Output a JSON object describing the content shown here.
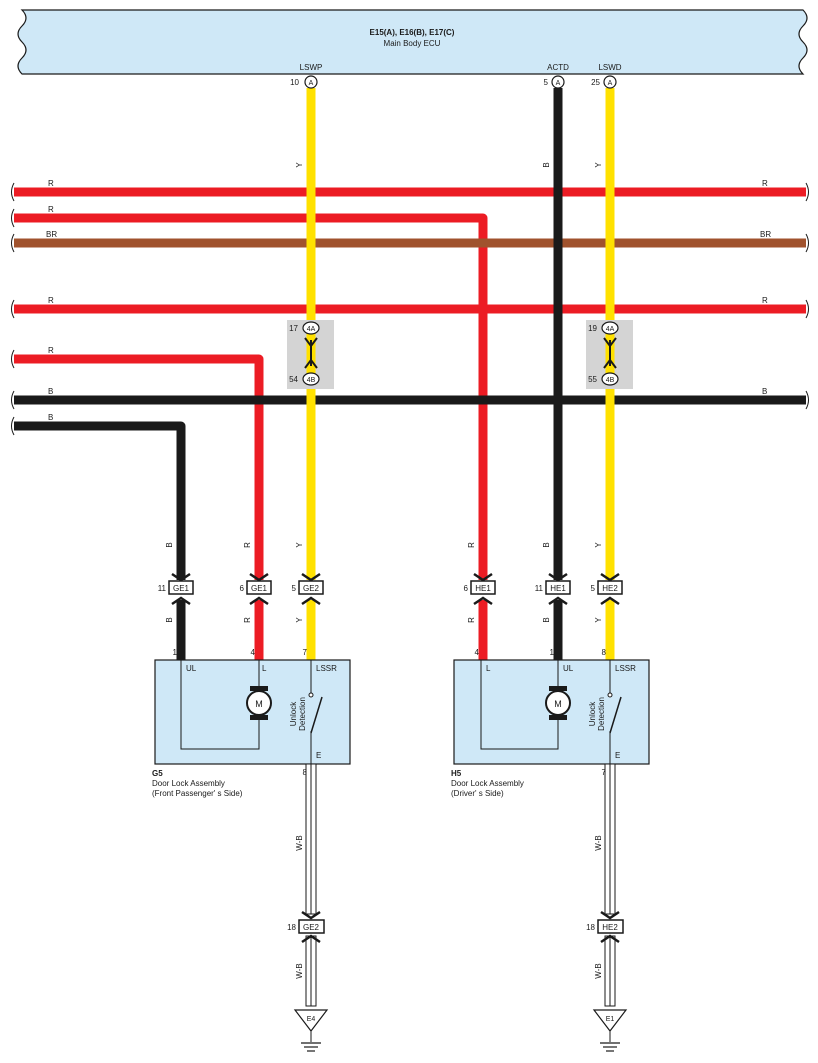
{
  "ecu": {
    "connectors": "E15(A), E16(B), E17(C)",
    "name": "Main Body ECU",
    "pins": [
      {
        "signal": "LSWP",
        "num": "10",
        "conn": "A"
      },
      {
        "signal": "ACTD",
        "num": "5",
        "conn": "A"
      },
      {
        "signal": "LSWD",
        "num": "25",
        "conn": "A"
      }
    ]
  },
  "wires": {
    "ecu_outputs": [
      "Y",
      "B",
      "Y"
    ],
    "buses": [
      {
        "left": "R",
        "right": "R"
      },
      {
        "left": "R",
        "right": ""
      },
      {
        "left": "BR",
        "right": "BR"
      },
      {
        "left": "R",
        "right": "R"
      },
      {
        "left": "R",
        "right": ""
      },
      {
        "left": "B",
        "right": "B"
      },
      {
        "left": "B",
        "right": ""
      }
    ],
    "colors": {
      "R": "#ec1c24",
      "Y": "#ffe100",
      "B": "#1a1a1a",
      "BR": "#a0522d",
      "WB": "#ffffff"
    }
  },
  "junctions": [
    {
      "top_pin": "17",
      "top_conn": "4A",
      "bottom_pin": "54",
      "bottom_conn": "4B"
    },
    {
      "top_pin": "19",
      "top_conn": "4A",
      "bottom_pin": "55",
      "bottom_conn": "4B"
    }
  ],
  "door_connectors": [
    {
      "pin": "11",
      "conn": "GE1",
      "color": "B"
    },
    {
      "pin": "6",
      "conn": "GE1",
      "color": "R"
    },
    {
      "pin": "5",
      "conn": "GE2",
      "color": "Y"
    },
    {
      "pin": "6",
      "conn": "HE1",
      "color": "R"
    },
    {
      "pin": "11",
      "conn": "HE1",
      "color": "B"
    },
    {
      "pin": "5",
      "conn": "HE2",
      "color": "Y"
    }
  ],
  "door_assemblies": [
    {
      "id": "G5",
      "name": "Door Lock Assembly",
      "side": "(Front Passenger' s Side)",
      "pins": [
        {
          "num": "1",
          "label": "UL"
        },
        {
          "num": "4",
          "label": "L"
        },
        {
          "num": "7",
          "label": "LSSR"
        }
      ],
      "motor": "M",
      "switch_label_1": "Unlock",
      "switch_label_2": "Detection",
      "ground_label": "E",
      "ground_pin": "8"
    },
    {
      "id": "H5",
      "name": "Door Lock Assembly",
      "side": "(Driver' s Side)",
      "pins": [
        {
          "num": "4",
          "label": "L"
        },
        {
          "num": "1",
          "label": "UL"
        },
        {
          "num": "8",
          "label": "LSSR"
        }
      ],
      "motor": "M",
      "switch_label_1": "Unlock",
      "switch_label_2": "Detection",
      "ground_label": "E",
      "ground_pin": "7"
    }
  ],
  "ground_wires": {
    "color": "W-B"
  },
  "ground_connectors": [
    {
      "pin": "18",
      "conn": "GE2"
    },
    {
      "pin": "18",
      "conn": "HE2"
    }
  ],
  "grounds": [
    "E4",
    "E1"
  ]
}
